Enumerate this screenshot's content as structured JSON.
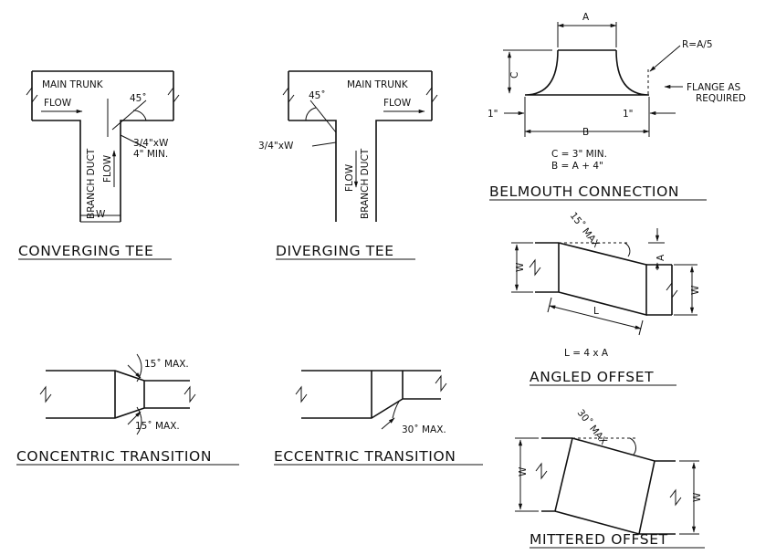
{
  "colors": {
    "ink": "#111111",
    "background": "#ffffff"
  },
  "converging_tee": {
    "title": "CONVERGING TEE",
    "main_trunk": "MAIN TRUNK",
    "flow_main": "FLOW",
    "angle": "45˚",
    "dim_line1": "3/4\"xW",
    "dim_line2": "4\" MIN.",
    "branch_duct": "BRANCH DUCT",
    "flow_branch": "FLOW",
    "width": "W"
  },
  "diverging_tee": {
    "title": "DIVERGING TEE",
    "main_trunk": "MAIN TRUNK",
    "flow_main": "FLOW",
    "angle": "45˚",
    "dim": "3/4\"xW",
    "flow_branch": "FLOW",
    "branch_duct": "BRANCH DUCT"
  },
  "belmouth": {
    "title": "BELMOUTH CONNECTION",
    "dim_a": "A",
    "dim_c": "C",
    "dim_b": "B",
    "radius": "R=A/5",
    "flange_line1": "FLANGE AS",
    "flange_line2": "REQUIRED",
    "left_1": "1\"",
    "right_1": "1\"",
    "note1": "C = 3\" MIN.",
    "note2": "B = A + 4\""
  },
  "angled_offset": {
    "title": "ANGLED OFFSET",
    "max_angle": "15˚ MAX",
    "w_left": "W",
    "w_right": "W",
    "a": "A",
    "l": "L",
    "note": "L = 4 x A"
  },
  "concentric": {
    "title": "CONCENTRIC TRANSITION",
    "top_angle": "15˚ MAX.",
    "bottom_angle": "15˚ MAX."
  },
  "eccentric": {
    "title": "ECCENTRIC TRANSITION",
    "angle": "30˚ MAX."
  },
  "mittered_offset": {
    "title": "MITTERED OFFSET",
    "max_angle": "30˚ MAX",
    "w_left": "W",
    "w_right": "W"
  }
}
